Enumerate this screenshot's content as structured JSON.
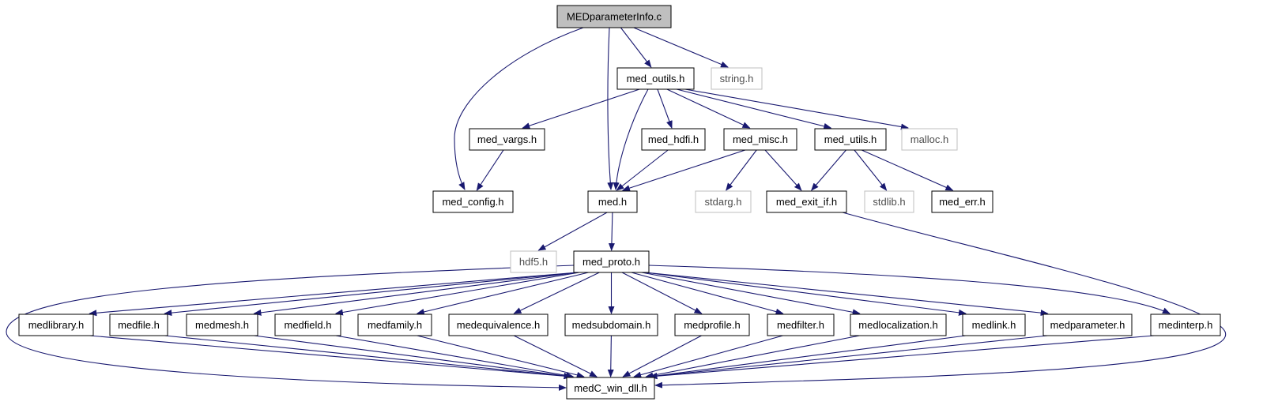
{
  "diagram": {
    "type": "include-dependency-graph",
    "colors": {
      "edge": "#191970",
      "node_border": "#000000",
      "external_border": "#bfbfbf",
      "root_fill": "#bfbfbf",
      "node_fill": "#ffffff",
      "text": "#000000",
      "external_text": "#4d4d4d"
    },
    "nodes": [
      {
        "id": "root",
        "label": "MEDparameterInfo.c",
        "kind": "root"
      },
      {
        "id": "outils",
        "label": "med_outils.h",
        "kind": "internal"
      },
      {
        "id": "string",
        "label": "string.h",
        "kind": "external"
      },
      {
        "id": "vargs",
        "label": "med_vargs.h",
        "kind": "internal"
      },
      {
        "id": "hdfi",
        "label": "med_hdfi.h",
        "kind": "internal"
      },
      {
        "id": "misc",
        "label": "med_misc.h",
        "kind": "internal"
      },
      {
        "id": "utils",
        "label": "med_utils.h",
        "kind": "internal"
      },
      {
        "id": "malloc",
        "label": "malloc.h",
        "kind": "external"
      },
      {
        "id": "config",
        "label": "med_config.h",
        "kind": "internal"
      },
      {
        "id": "med",
        "label": "med.h",
        "kind": "internal"
      },
      {
        "id": "stdarg",
        "label": "stdarg.h",
        "kind": "external"
      },
      {
        "id": "exitif",
        "label": "med_exit_if.h",
        "kind": "internal"
      },
      {
        "id": "stdlib",
        "label": "stdlib.h",
        "kind": "external"
      },
      {
        "id": "err",
        "label": "med_err.h",
        "kind": "internal"
      },
      {
        "id": "hdf5",
        "label": "hdf5.h",
        "kind": "external"
      },
      {
        "id": "proto",
        "label": "med_proto.h",
        "kind": "internal"
      },
      {
        "id": "medlibrary",
        "label": "medlibrary.h",
        "kind": "internal"
      },
      {
        "id": "medfile",
        "label": "medfile.h",
        "kind": "internal"
      },
      {
        "id": "medmesh",
        "label": "medmesh.h",
        "kind": "internal"
      },
      {
        "id": "medfield",
        "label": "medfield.h",
        "kind": "internal"
      },
      {
        "id": "medfamily",
        "label": "medfamily.h",
        "kind": "internal"
      },
      {
        "id": "medequivalence",
        "label": "medequivalence.h",
        "kind": "internal"
      },
      {
        "id": "medsubdomain",
        "label": "medsubdomain.h",
        "kind": "internal"
      },
      {
        "id": "medprofile",
        "label": "medprofile.h",
        "kind": "internal"
      },
      {
        "id": "medfilter",
        "label": "medfilter.h",
        "kind": "internal"
      },
      {
        "id": "medlocalization",
        "label": "medlocalization.h",
        "kind": "internal"
      },
      {
        "id": "medlink",
        "label": "medlink.h",
        "kind": "internal"
      },
      {
        "id": "medparameter",
        "label": "medparameter.h",
        "kind": "internal"
      },
      {
        "id": "medinterp",
        "label": "medinterp.h",
        "kind": "internal"
      },
      {
        "id": "dll",
        "label": "medC_win_dll.h",
        "kind": "internal"
      }
    ],
    "edges": [
      [
        "root",
        "outils"
      ],
      [
        "root",
        "string"
      ],
      [
        "root",
        "config"
      ],
      [
        "root",
        "med"
      ],
      [
        "outils",
        "vargs"
      ],
      [
        "outils",
        "hdfi"
      ],
      [
        "outils",
        "misc"
      ],
      [
        "outils",
        "utils"
      ],
      [
        "outils",
        "malloc"
      ],
      [
        "outils",
        "med"
      ],
      [
        "vargs",
        "config"
      ],
      [
        "hdfi",
        "med"
      ],
      [
        "misc",
        "med"
      ],
      [
        "misc",
        "stdarg"
      ],
      [
        "misc",
        "exitif"
      ],
      [
        "utils",
        "exitif"
      ],
      [
        "utils",
        "stdlib"
      ],
      [
        "utils",
        "err"
      ],
      [
        "exitif",
        "dll"
      ],
      [
        "med",
        "hdf5"
      ],
      [
        "med",
        "proto"
      ],
      [
        "proto",
        "medlibrary"
      ],
      [
        "proto",
        "medfile"
      ],
      [
        "proto",
        "medmesh"
      ],
      [
        "proto",
        "medfield"
      ],
      [
        "proto",
        "medfamily"
      ],
      [
        "proto",
        "medequivalence"
      ],
      [
        "proto",
        "medsubdomain"
      ],
      [
        "proto",
        "medprofile"
      ],
      [
        "proto",
        "medfilter"
      ],
      [
        "proto",
        "medlocalization"
      ],
      [
        "proto",
        "medlink"
      ],
      [
        "proto",
        "medparameter"
      ],
      [
        "proto",
        "medinterp"
      ],
      [
        "proto",
        "dll"
      ],
      [
        "medlibrary",
        "dll"
      ],
      [
        "medfile",
        "dll"
      ],
      [
        "medmesh",
        "dll"
      ],
      [
        "medfield",
        "dll"
      ],
      [
        "medfamily",
        "dll"
      ],
      [
        "medequivalence",
        "dll"
      ],
      [
        "medsubdomain",
        "dll"
      ],
      [
        "medprofile",
        "dll"
      ],
      [
        "medfilter",
        "dll"
      ],
      [
        "medlocalization",
        "dll"
      ],
      [
        "medlink",
        "dll"
      ],
      [
        "medparameter",
        "dll"
      ],
      [
        "medinterp",
        "dll"
      ]
    ]
  }
}
